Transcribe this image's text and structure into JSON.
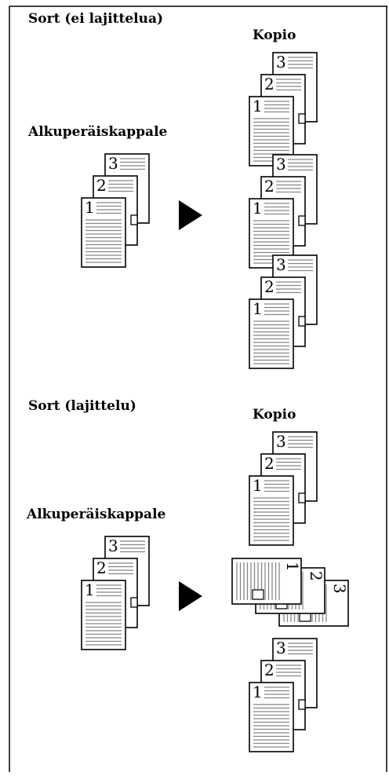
{
  "sections": [
    {
      "title": "Sort (ei lajittelua)",
      "original_label": "Alkuperäiskappale",
      "copy_label": "Kopio",
      "original_pages": [
        "1",
        "2",
        "3"
      ],
      "copy_sets": [
        {
          "orientation": "portrait",
          "pages": [
            "1",
            "2",
            "3"
          ]
        },
        {
          "orientation": "portrait",
          "pages": [
            "1",
            "2",
            "3"
          ]
        },
        {
          "orientation": "portrait",
          "pages": [
            "1",
            "2",
            "3"
          ]
        }
      ]
    },
    {
      "title": "Sort (lajittelu)",
      "original_label": "Alkuperäiskappale",
      "copy_label": "Kopio",
      "original_pages": [
        "1",
        "2",
        "3"
      ],
      "copy_sets": [
        {
          "orientation": "portrait",
          "pages": [
            "1",
            "2",
            "3"
          ]
        },
        {
          "orientation": "rotated",
          "pages": [
            "1",
            "2",
            "3"
          ]
        },
        {
          "orientation": "portrait",
          "pages": [
            "1",
            "2",
            "3"
          ]
        }
      ]
    }
  ],
  "icons": {
    "arrow": "play-triangle-icon",
    "page": "document-page-icon"
  },
  "colors": {
    "ink": "#000000",
    "paper": "#ffffff",
    "text_lines": "#888888"
  }
}
